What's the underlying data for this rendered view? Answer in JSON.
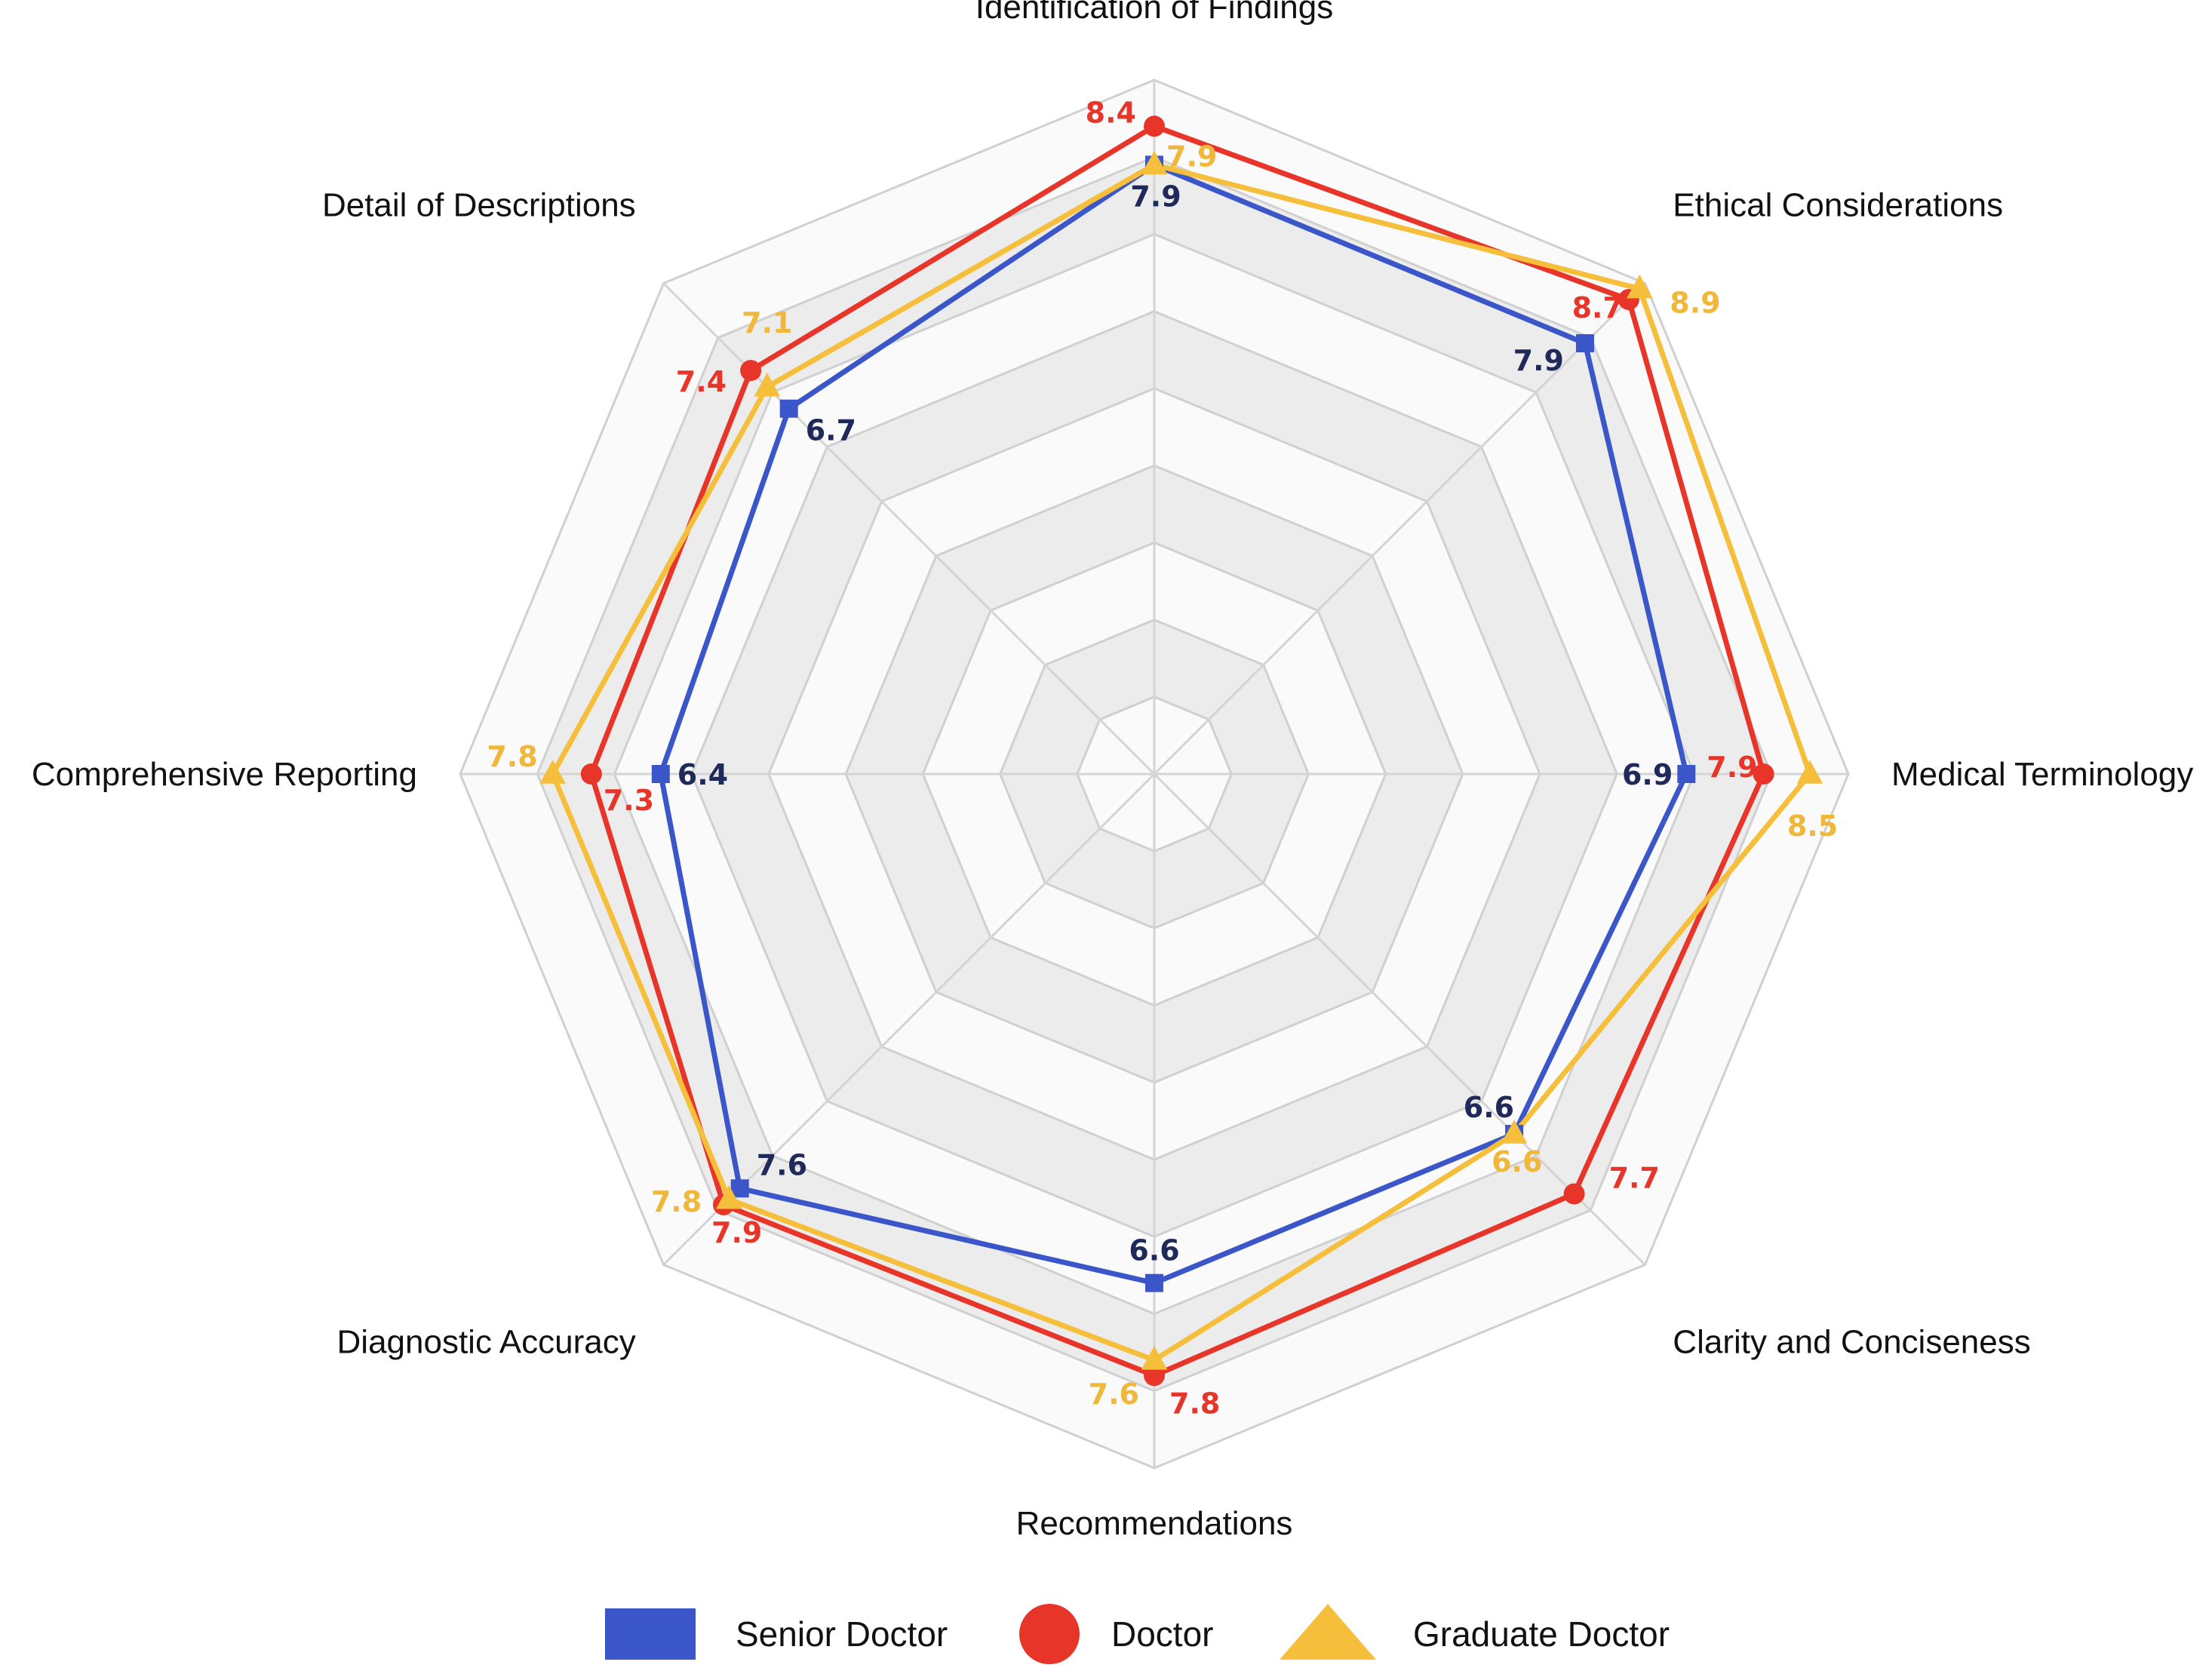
{
  "chart_data": {
    "type": "radar",
    "title": "",
    "axes": [
      "Identification of Findings",
      "Ethical Considerations",
      "Medical Terminology",
      "Clarity and Conciseness",
      "Recommendations",
      "Diagnostic Accuracy",
      "Comprehensive Reporting",
      "Detail of Descriptions"
    ],
    "range": [
      0,
      9
    ],
    "grid_levels": 9,
    "series": [
      {
        "name": "Senior Doctor",
        "marker": "square",
        "color": "#3b56c9",
        "label_color": "#1f2a5a",
        "values": [
          7.9,
          7.9,
          6.9,
          6.6,
          6.6,
          7.6,
          6.4,
          6.7
        ],
        "labels": [
          "7.9",
          "7.9",
          "6.9",
          "6.6",
          "6.6",
          "7.6",
          "6.4",
          "6.7"
        ]
      },
      {
        "name": "Doctor",
        "marker": "circle",
        "color": "#e8352a",
        "label_color": "#e8352a",
        "values": [
          8.4,
          8.7,
          7.9,
          7.7,
          7.8,
          7.9,
          7.3,
          7.4
        ],
        "labels": [
          "8.4",
          "8.7",
          "7.9",
          "7.7",
          "7.8",
          "7.9",
          "7.3",
          "7.4"
        ]
      },
      {
        "name": "Graduate Doctor",
        "marker": "triangle",
        "color": "#f5bf3c",
        "label_color": "#f0b73a",
        "values": [
          7.9,
          8.9,
          8.5,
          6.6,
          7.6,
          7.8,
          7.8,
          7.1
        ],
        "labels": [
          "7.9",
          "8.9",
          "8.5",
          "6.6",
          "7.6",
          "7.8",
          "7.8",
          "7.1"
        ]
      }
    ],
    "legend": "bottom-center",
    "grid": true
  }
}
